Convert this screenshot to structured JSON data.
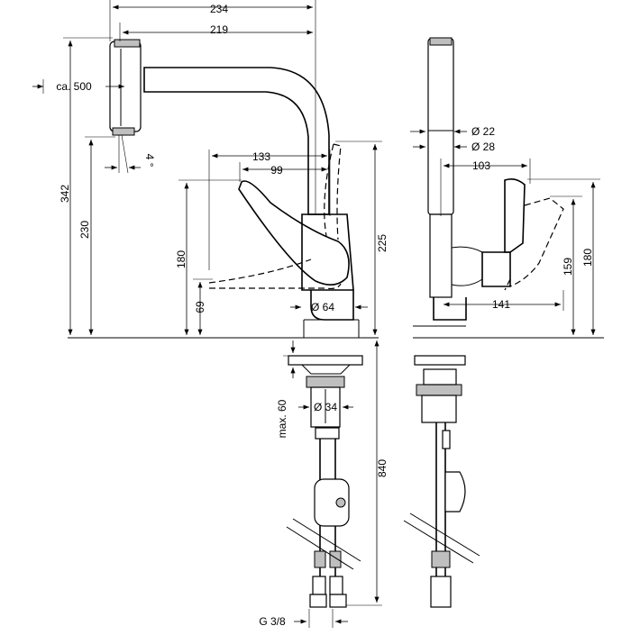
{
  "dimensions": {
    "w234": "234",
    "w219": "219",
    "hose": "ca. 500",
    "h342": "342",
    "h230": "230",
    "angle": "4 °",
    "w133": "133",
    "w99": "99",
    "h180_front": "180",
    "h69": "69",
    "d64": "Ø 64",
    "h225": "225",
    "max60": "max. 60",
    "d34": "Ø 34",
    "h840": "840",
    "thread": "G 3/8",
    "d22": "Ø 22",
    "d28": "Ø 28",
    "w103": "103",
    "w141": "141",
    "h159": "159",
    "h180_side": "180"
  }
}
